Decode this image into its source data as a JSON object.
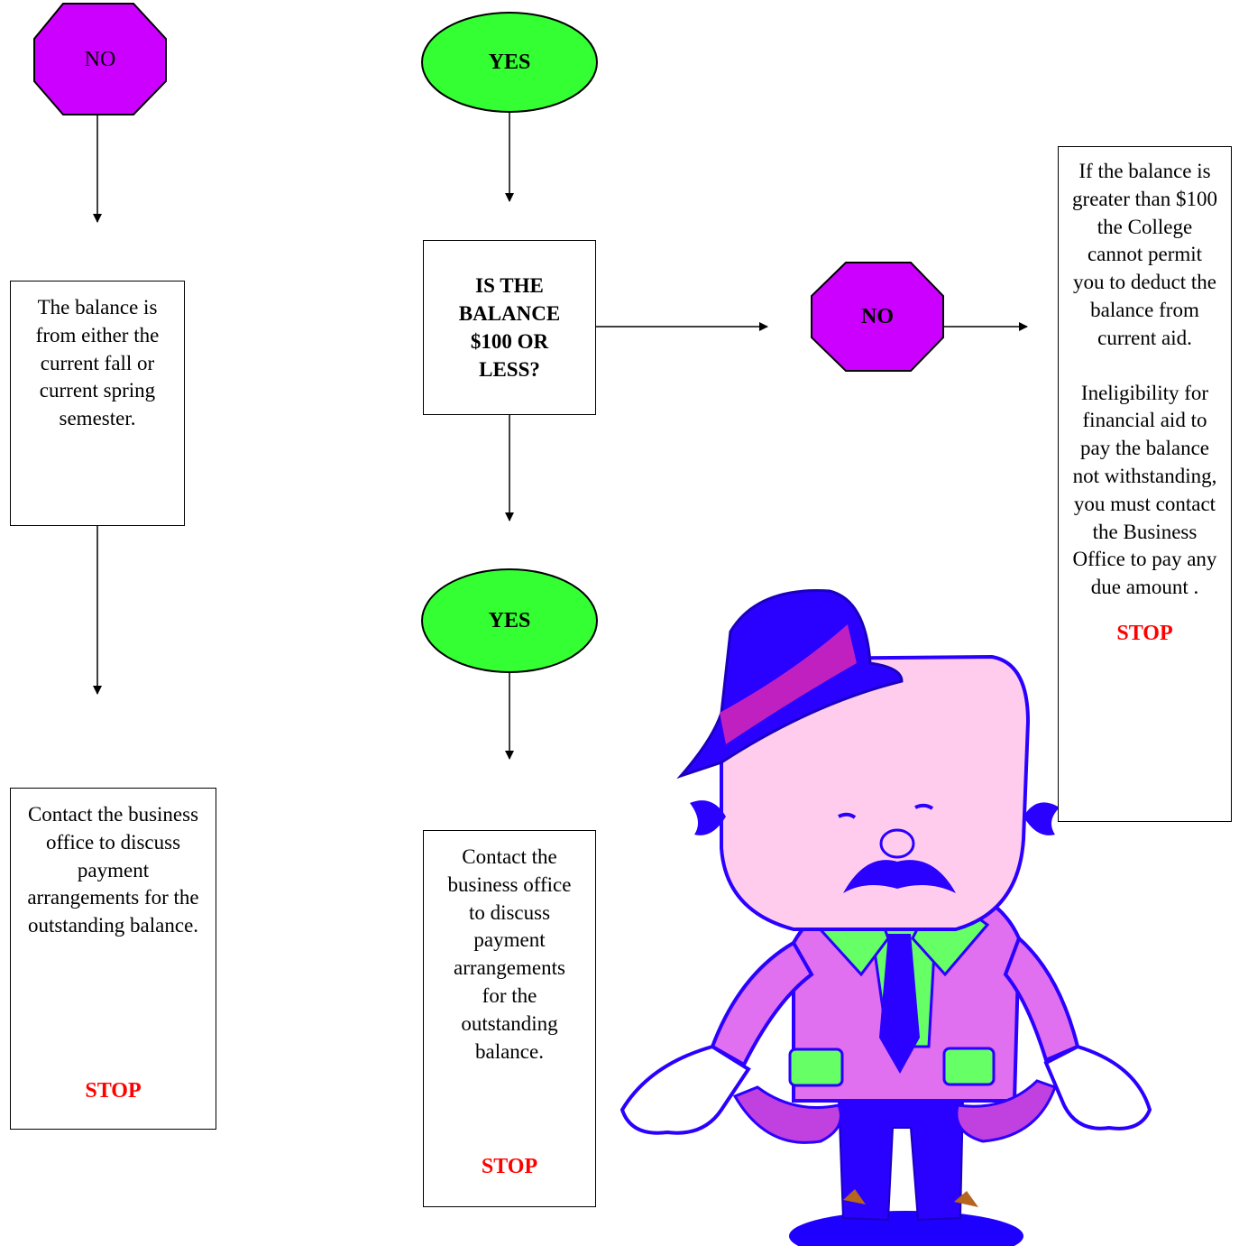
{
  "colors": {
    "stop_octagon": "#cc00ff",
    "yes_ellipse": "#33ff33",
    "stop_text": "#ff0000"
  },
  "left_branch": {
    "no_label": "NO",
    "box1_text": "The balance is from either the current fall or current spring semester.",
    "box2_text": "Contact the business office to discuss payment arrangements for the outstanding balance.",
    "box2_stop": "STOP"
  },
  "center_branch": {
    "yes_label_top": "YES",
    "question": "IS THE BALANCE $100 OR LESS?",
    "yes_label_bottom": "YES",
    "box_text": "Contact the business office to discuss payment arrangements for the outstanding balance.",
    "box_stop": "STOP"
  },
  "right_branch": {
    "no_label": "NO",
    "box_para1": "If the balance is greater than $100 the College cannot permit you to deduct the balance from current aid.",
    "box_para2": "Ineligibility for financial aid to pay the balance not withstanding, you must contact the Business Office to pay any due amount .",
    "box_stop": "STOP"
  },
  "illustration": {
    "subject": "cartoon man with empty pockets"
  }
}
